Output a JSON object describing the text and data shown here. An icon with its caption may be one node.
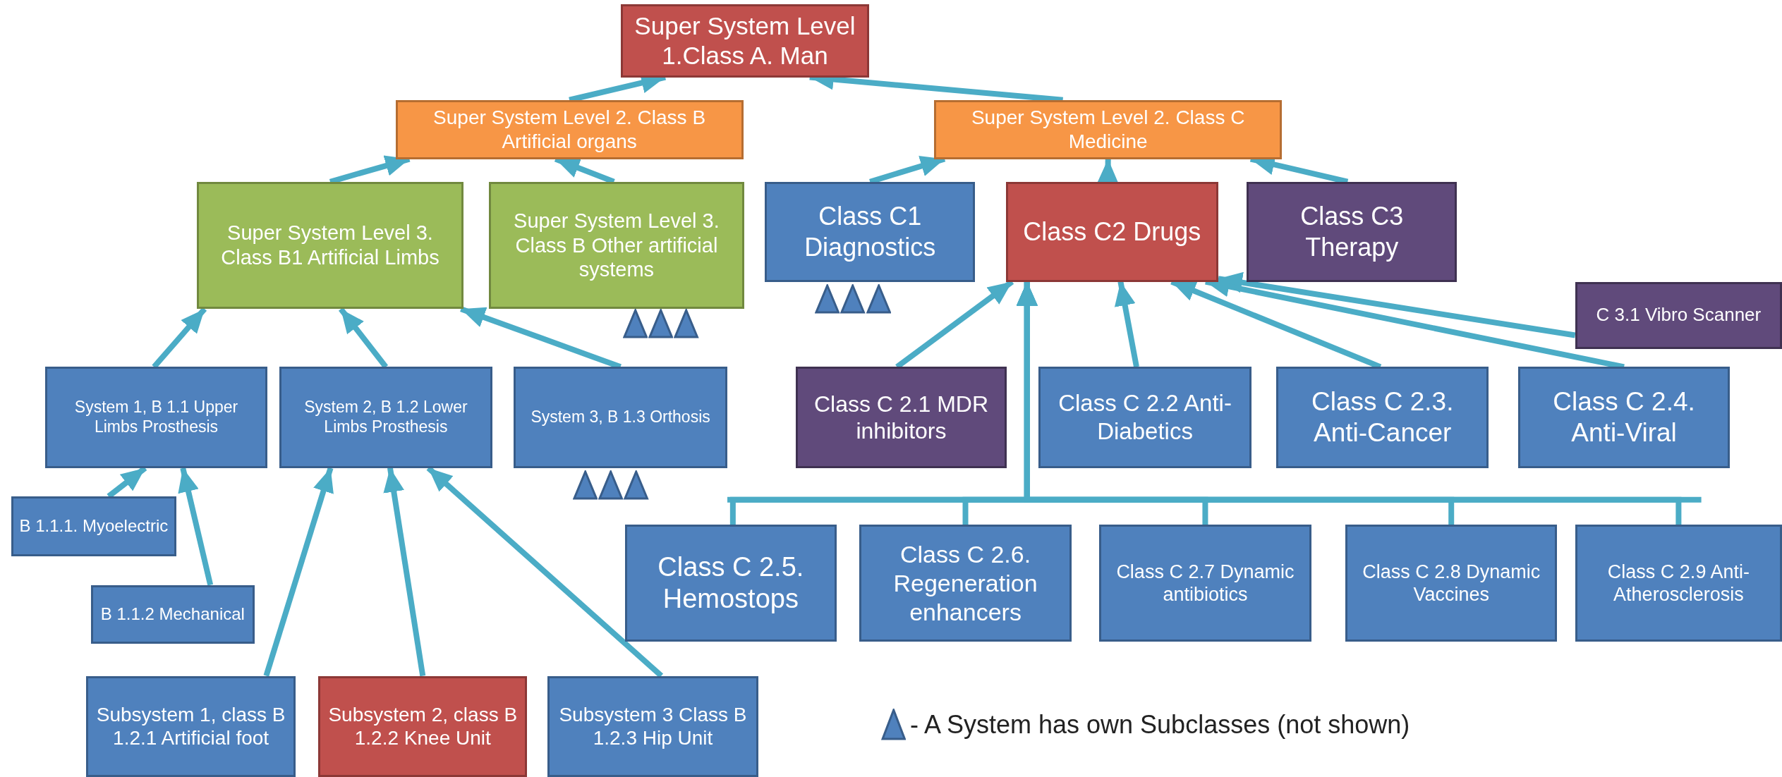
{
  "diagram": {
    "nodes": [
      {
        "text": [
          "Super System Level 1.Class A. Man"
        ]
      },
      {
        "text": [
          "Super System Level 2. Class B Artificial organs"
        ]
      },
      {
        "text": [
          "Super System Level 2. Class C Medicine"
        ]
      },
      {
        "text": [
          "Super System Level 3. Class B1 Artificial Limbs"
        ]
      },
      {
        "text": [
          "Super System Level 3. Class B Other artificial systems"
        ]
      },
      {
        "text": [
          "Class C1 Diagnostics"
        ]
      },
      {
        "text": [
          "Class C2 Drugs"
        ]
      },
      {
        "text": [
          "Class C3 Therapy"
        ]
      },
      {
        "text": [
          "C 3.1 Vibro Scanner"
        ]
      },
      {
        "text": [
          "System 1, B 1.1 Upper Limbs Prosthesis"
        ]
      },
      {
        "text": [
          "System 2, B 1.2 Lower Limbs Prosthesis"
        ]
      },
      {
        "text": [
          "System 3, B 1.3 Orthosis"
        ]
      },
      {
        "text": [
          "Class C 2.1 MDR inhibitors"
        ]
      },
      {
        "text": [
          "Class C 2.2 Anti-Diabetics"
        ]
      },
      {
        "text": [
          "Class C 2.3. Anti-Cancer"
        ]
      },
      {
        "text": [
          "Class C 2.4. Anti-Viral"
        ]
      },
      {
        "text": [
          "B 1.1.1. Myoelectric"
        ]
      },
      {
        "text": [
          "B 1.1.2 Mechanical"
        ]
      },
      {
        "text": [
          "Class C 2.5. Hemostops"
        ]
      },
      {
        "text": [
          "Class C 2.6. Regeneration enhancers"
        ]
      },
      {
        "text": [
          "Class C 2.7 Dynamic antibiotics"
        ]
      },
      {
        "text": [
          "Class C 2.8 Dynamic Vaccines"
        ]
      },
      {
        "text": [
          "Class C 2.9 Anti-Atherosclerosis"
        ]
      },
      {
        "text": [
          "Subsystem 1, class B 1.2.1 Artificial foot"
        ]
      },
      {
        "text": [
          "Subsystem 2, class B 1.2.2 Knee Unit"
        ]
      },
      {
        "text": [
          "Subsystem 3 Class B 1.2.3 Hip Unit"
        ]
      }
    ],
    "edges": [
      {
        "from": 1,
        "to": 0,
        "arrow": "to"
      },
      {
        "from": 2,
        "to": 0,
        "arrow": "to"
      },
      {
        "from": 3,
        "to": 1,
        "arrow": "to"
      },
      {
        "from": 4,
        "to": 1,
        "arrow": "to"
      },
      {
        "from": 5,
        "to": 2,
        "arrow": "to"
      },
      {
        "from": 6,
        "to": 2,
        "arrow": "to"
      },
      {
        "from": 7,
        "to": 2,
        "arrow": "to"
      },
      {
        "from": 9,
        "to": 3,
        "arrow": "to"
      },
      {
        "from": 10,
        "to": 3,
        "arrow": "to"
      },
      {
        "from": 11,
        "to": 3,
        "arrow": "to"
      },
      {
        "from": 16,
        "to": 9,
        "arrow": "to"
      },
      {
        "from": 17,
        "to": 9,
        "arrow": "to"
      },
      {
        "from": 23,
        "to": 10,
        "arrow": "to"
      },
      {
        "from": 24,
        "to": 10,
        "arrow": "to"
      },
      {
        "from": 25,
        "to": 10,
        "arrow": "to"
      },
      {
        "from": 8,
        "to": 6,
        "arrow": "to"
      },
      {
        "from": 12,
        "to": 6,
        "arrow": "to"
      },
      {
        "from": 13,
        "to": 6,
        "arrow": "to"
      },
      {
        "from": 14,
        "to": 6,
        "arrow": "to"
      },
      {
        "from": 15,
        "to": 6,
        "arrow": "to"
      },
      {
        "from": 18,
        "to": 6,
        "arrow": "to"
      },
      {
        "from": 19,
        "to": 6,
        "arrow": "to"
      },
      {
        "from": 20,
        "to": 6,
        "arrow": "to"
      },
      {
        "from": 21,
        "to": 6,
        "arrow": "to"
      },
      {
        "from": 22,
        "to": 6,
        "arrow": "to"
      }
    ],
    "legend": [
      {
        "text": "- A System has own Subclasses (not shown)"
      }
    ]
  }
}
